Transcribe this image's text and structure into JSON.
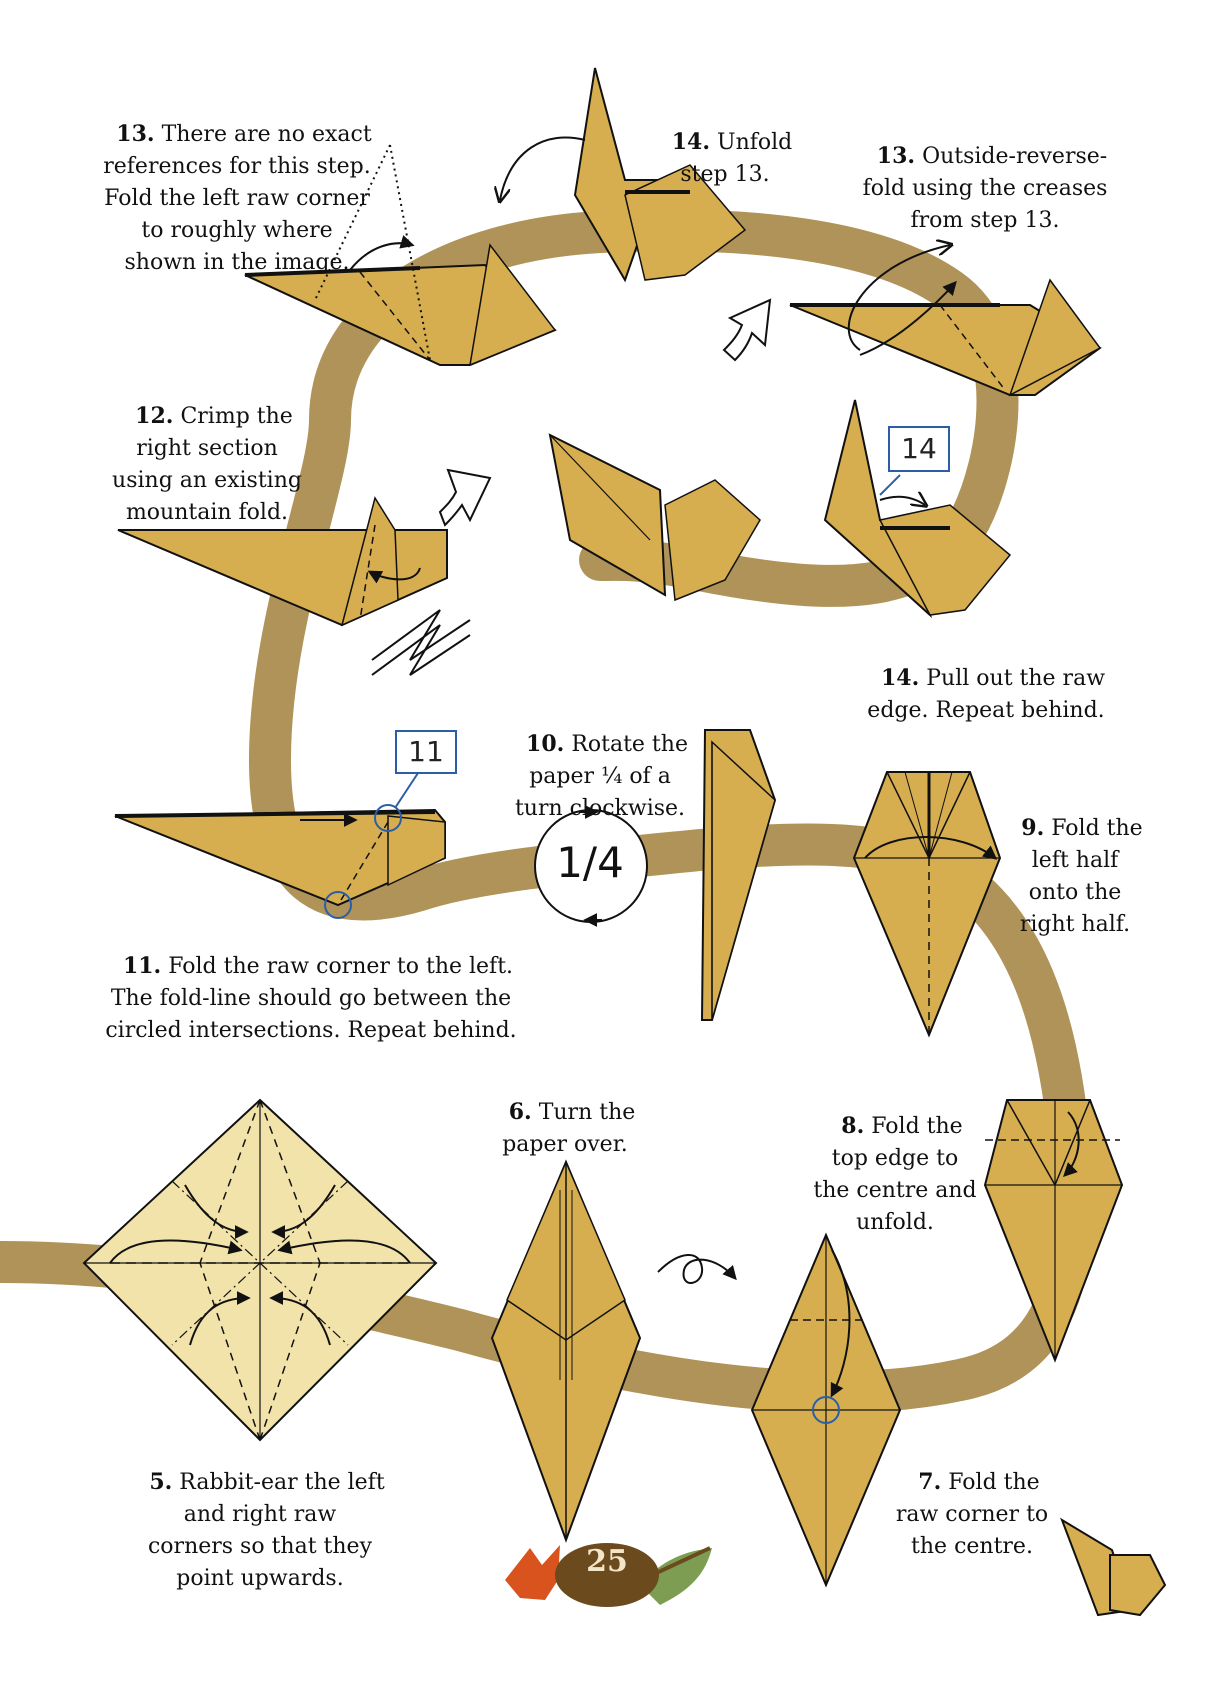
{
  "colors": {
    "paper": "#d6ae50",
    "paper_light": "#f2e3aa",
    "path": "#b09358",
    "outline": "#111111",
    "reference_blue": "#2a5fa8",
    "leaf_orange": "#d9531e",
    "leaf_green": "#7d9d52",
    "seed_brown": "#6b4a1e"
  },
  "icons": [
    "turn-over-icon",
    "rotate-icon",
    "fold-arrow-icon",
    "push-arrow-icon",
    "crimp-icon"
  ],
  "steps": {
    "s5": {
      "num": "5.",
      "text": "Rabbit-ear the left\nand right raw\ncorners so that they\npoint upwards."
    },
    "s6": {
      "num": "6.",
      "text": "Turn the\npaper over."
    },
    "s7": {
      "num": "7.",
      "text": "Fold the\nraw corner to\nthe centre."
    },
    "s8": {
      "num": "8.",
      "text": "Fold the\ntop edge to\nthe centre and\nunfold."
    },
    "s9": {
      "num": "9.",
      "text": "Fold the\nleft half\nonto the\nright half."
    },
    "s10": {
      "num": "10.",
      "text": "Rotate the\npaper ¼ of a\nturn clockwise."
    },
    "s11": {
      "num": "11.",
      "text": "Fold the raw corner to the left.\nThe fold-line should go between the\ncircled intersections. Repeat behind."
    },
    "s12": {
      "num": "12.",
      "text": "Crimp the\nright section\nusing an existing\nmountain fold."
    },
    "s13a": {
      "num": "13.",
      "text": "There are no exact\nreferences for this step.\nFold the left raw corner\nto roughly where\nshown in the image."
    },
    "s13b": {
      "num": "13.",
      "text": "Outside-reverse-\nfold using the creases\nfrom step 13."
    },
    "s14a": {
      "num": "14.",
      "text": "Unfold\nstep 13."
    },
    "s14b": {
      "num": "14.",
      "text": "Pull out the raw\nedge. Repeat behind."
    }
  },
  "references": {
    "ref11": "11",
    "ref14": "14"
  },
  "rotate_label": "1/4",
  "page_number": "25"
}
